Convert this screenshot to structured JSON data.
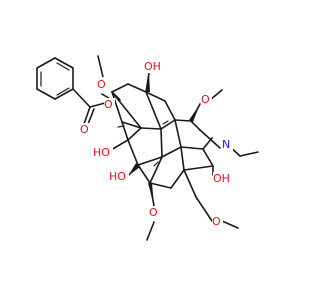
{
  "molecule": {
    "labels": {
      "o": "O",
      "oh": "OH",
      "ho": "HO",
      "n": "N"
    },
    "colors": {
      "bond": "#1a1a1a",
      "oxygen": "#e0141e",
      "nitrogen": "#2323d2",
      "background": "#ffffff"
    }
  }
}
